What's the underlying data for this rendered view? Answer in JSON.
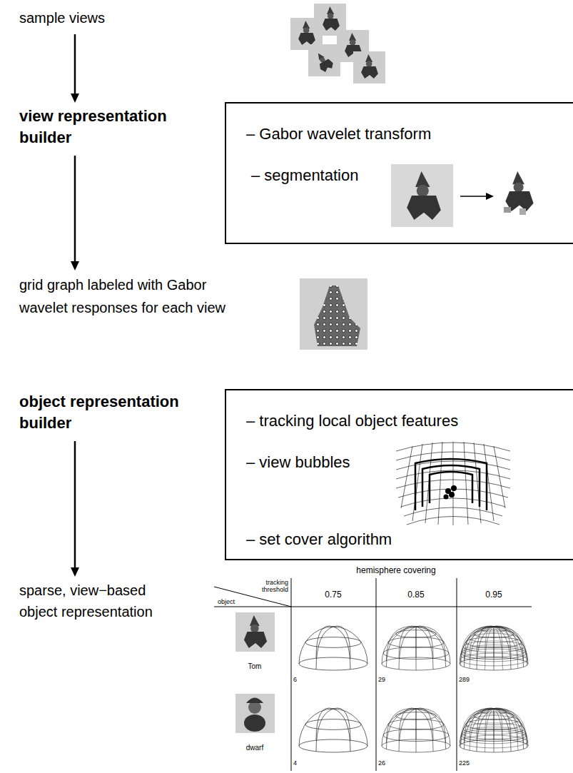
{
  "diagram": {
    "nodes": [
      {
        "text": [
          "sample views"
        ]
      },
      {
        "text": [
          "view representation builder"
        ]
      },
      {
        "text": [
          "– Gabor wavelet transform",
          "– segmentation"
        ]
      },
      {
        "text": [
          "grid graph labeled with Gabor wavelet responses for each view"
        ]
      },
      {
        "text": [
          "object representation builder"
        ]
      },
      {
        "text": [
          "– tracking local object features",
          "– view bubbles",
          "– set cover algorithm"
        ]
      },
      {
        "text": [
          "sparse, view−based object representation"
        ]
      }
    ],
    "edges": [
      {
        "from": 0,
        "to": 1,
        "arrow": "to"
      },
      {
        "from": 1,
        "to": 3,
        "arrow": "to"
      },
      {
        "from": 4,
        "to": 6,
        "arrow": "to"
      }
    ],
    "labels": [
      "hemisphere covering",
      "tracking threshold",
      "object",
      "0.75",
      "0.85",
      "0.95",
      "Tom",
      "dwarf",
      "6",
      "29",
      "289",
      "4",
      "26",
      "225"
    ]
  }
}
